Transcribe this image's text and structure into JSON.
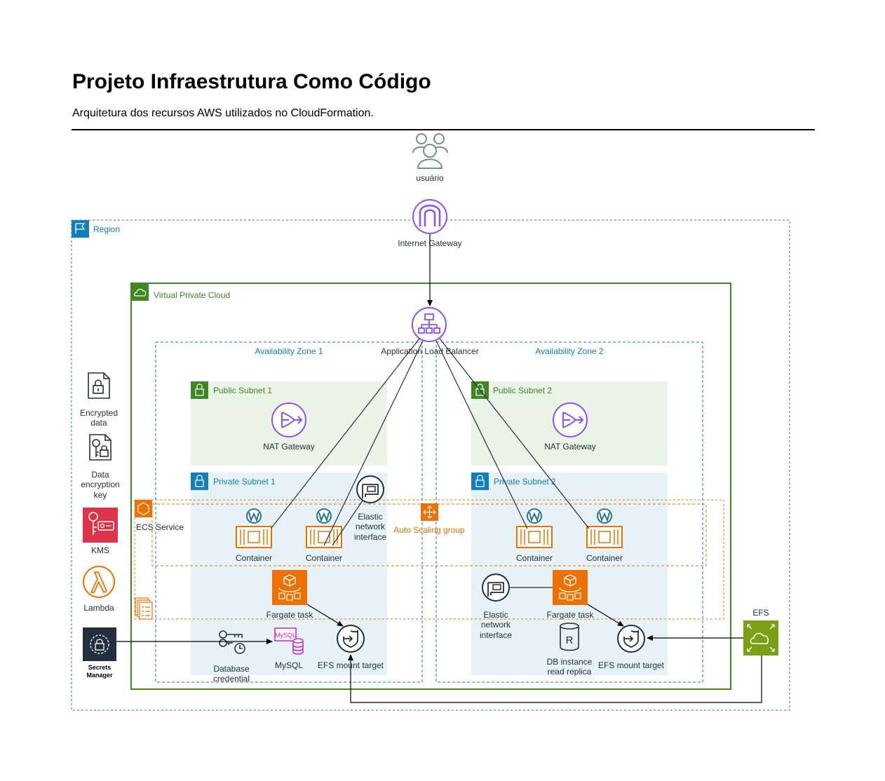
{
  "header": {
    "title": "Projeto Infraestrutura Como Código",
    "subtitle": "Arquitetura dos recursos AWS utilizados no CloudFormation."
  },
  "colors": {
    "region": "#147EBA",
    "vpc": "#3F8624",
    "subnet_public_fill": "#E9F3E6",
    "subnet_private_fill": "#E6F2F8",
    "purple": "#8C4FFF",
    "orange": "#ED7100",
    "red": "#DD344C",
    "green_efs": "#7AA116",
    "dark": "#232F3E",
    "wordpress": "#21759B"
  },
  "labels": {
    "user": "usuário",
    "internet_gateway": "Internet Gateway",
    "region": "Region",
    "vpc": "Virtual Private Cloud",
    "alb": "Application Load Balancer",
    "az1": "Availability Zone 1",
    "az2": "Availability Zone 2",
    "public_subnet_1": "Public Subnet 1",
    "public_subnet_2": "Public Subnet 2",
    "nat_gateway_1": "NAT Gateway",
    "nat_gateway_2": "NAT Gateway",
    "private_subnet_1": "Private Subnet 1",
    "private_subnet_2": "Private Subnet 2",
    "ecs_service": "ECS Service",
    "auto_scaling_group": "Auto Scaling group",
    "container": "Container",
    "eni_line1": "Elastic",
    "eni_line2": "network",
    "eni_line3": "interface",
    "fargate_task": "Fargate task",
    "efs_mount_target": "EFS mount target",
    "mysql": "MySQL",
    "mysql_logo": "MySQL",
    "db_credential_line1": "Database",
    "db_credential_line2": "credential",
    "db_replica_line1": "DB instance",
    "db_replica_line2": "read replica",
    "rds_glyph": "R",
    "efs": "EFS",
    "encrypted_data_line1": "Encrypted",
    "encrypted_data_line2": "data",
    "data_key_line1": "Data",
    "data_key_line2": "encryption",
    "data_key_line3": "key",
    "kms": "KMS",
    "lambda": "Lambda",
    "secrets_line1": "Secrets",
    "secrets_line2": "Manager"
  }
}
